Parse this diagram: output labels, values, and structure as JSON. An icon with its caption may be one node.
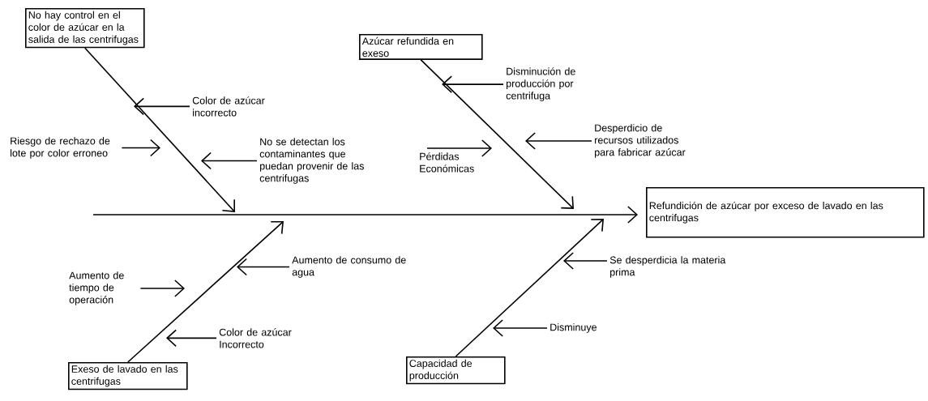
{
  "diagram": {
    "nodes": [
      {
        "text": [
          "Refundición de azúcar por exceso de lavado en las centrifugas"
        ]
      },
      {
        "text": [
          "No hay control en el color de azúcar en la salida de las centrifugas"
        ]
      },
      {
        "text": [
          "Azúcar refundida en exeso"
        ]
      },
      {
        "text": [
          "Exeso de lavado en las centrifugas"
        ]
      },
      {
        "text": [
          "Capacidad de producción"
        ]
      },
      {
        "text": [
          "Color de azúcar incorrecto"
        ]
      },
      {
        "text": [
          "Riesgo de rechazo de lote por color erroneo"
        ]
      },
      {
        "text": [
          "No se detectan los contaminantes que puedan provenir de las centrifugas"
        ]
      },
      {
        "text": [
          "Pérdidas Económicas"
        ]
      },
      {
        "text": [
          "Disminución de producción por centrifuga"
        ]
      },
      {
        "text": [
          "Desperdicio de recursos utilizados para fabricar azúcar"
        ]
      },
      {
        "text": [
          "Aumento de tiempo de operación"
        ]
      },
      {
        "text": [
          "Aumento de consumo de agua"
        ]
      },
      {
        "text": [
          "Color de azúcar Incorrecto"
        ]
      },
      {
        "text": [
          "Se desperdicia la materia prima"
        ]
      },
      {
        "text": [
          "Disminuye"
        ]
      }
    ],
    "edges": [
      {
        "from": null,
        "to": 0,
        "arrow": "to"
      },
      {
        "from": 1,
        "to": null,
        "arrow": "to"
      },
      {
        "from": 2,
        "to": null,
        "arrow": "to"
      },
      {
        "from": 3,
        "to": null,
        "arrow": "to"
      },
      {
        "from": 4,
        "to": null,
        "arrow": "to"
      },
      {
        "from": 5,
        "to": null,
        "arrow": "to"
      },
      {
        "from": 6,
        "to": null,
        "arrow": "to"
      },
      {
        "from": 7,
        "to": null,
        "arrow": "to"
      },
      {
        "from": 8,
        "to": null,
        "arrow": "to"
      },
      {
        "from": 9,
        "to": null,
        "arrow": "to"
      },
      {
        "from": 10,
        "to": null,
        "arrow": "to"
      },
      {
        "from": 11,
        "to": null,
        "arrow": "to"
      },
      {
        "from": 12,
        "to": null,
        "arrow": "to"
      },
      {
        "from": 13,
        "to": null,
        "arrow": "to"
      },
      {
        "from": 14,
        "to": null,
        "arrow": "to"
      },
      {
        "from": 15,
        "to": null,
        "arrow": "to"
      }
    ]
  }
}
